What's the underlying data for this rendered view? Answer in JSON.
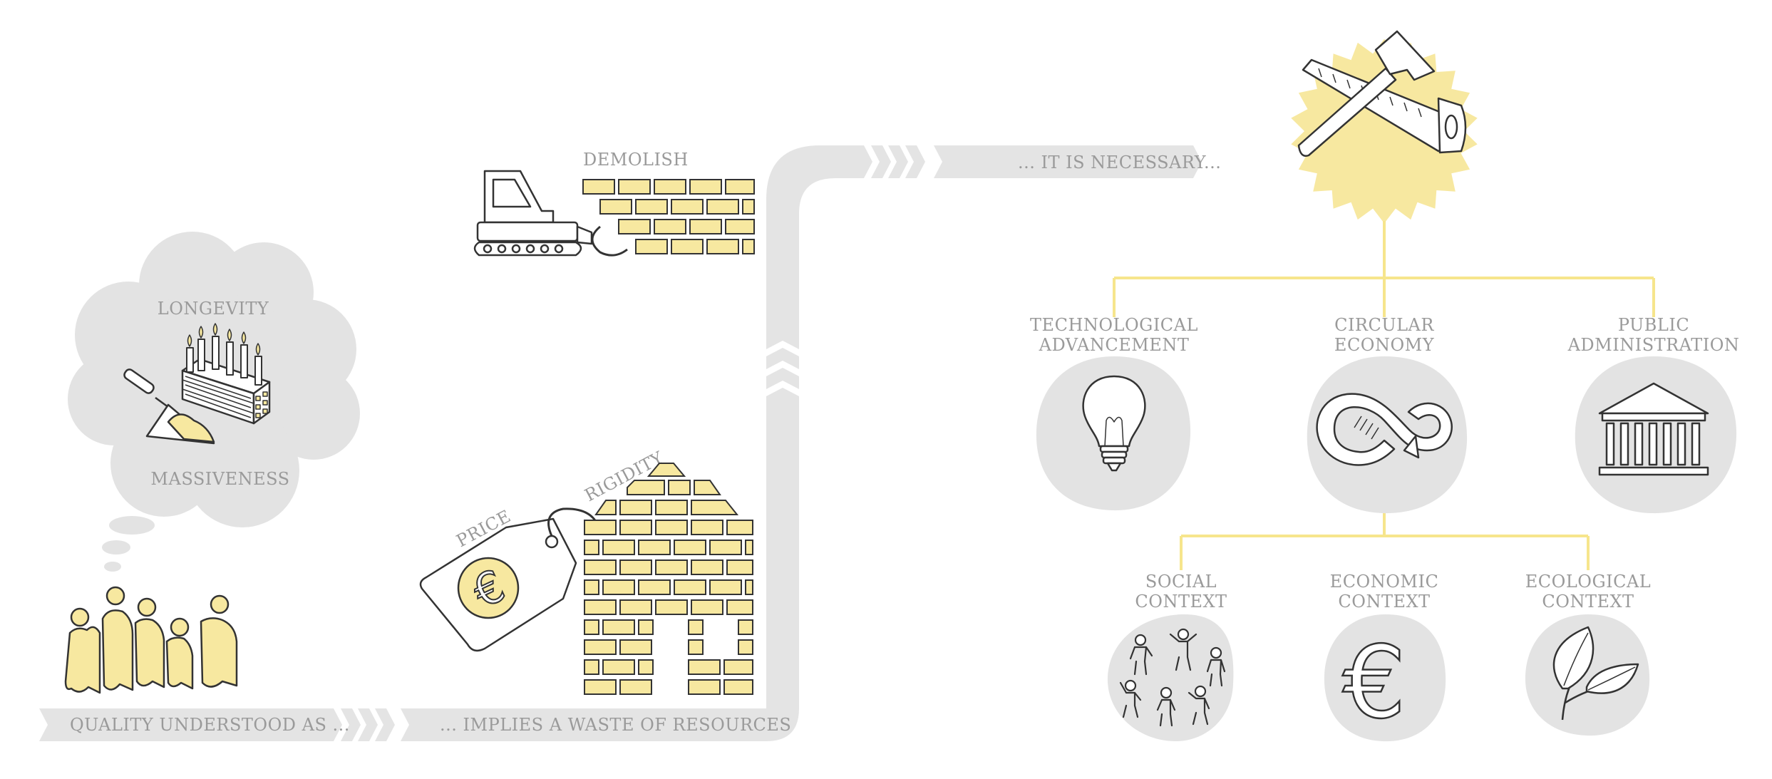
{
  "colors": {
    "accent_yellow": "#f7e8a0",
    "connector_yellow": "#f6e58c",
    "flow_gray": "#e4e4e4",
    "blob_gray": "#e3e3e3",
    "line_dark": "#333333",
    "text_gray": "#9a9a9a"
  },
  "flow": {
    "step1": "QUALITY UNDERSTOOD AS ...",
    "step2": "... IMPLIES A WASTE OF RESOURCES",
    "step3": "... IT IS NECESSARY..."
  },
  "thought": {
    "top_label": "LONGEVITY",
    "bottom_label": "MASSIVENESS",
    "icons": [
      "people-icon",
      "trowel-icon",
      "cake-brick-icon"
    ]
  },
  "middle": {
    "demolish_label": "DEMOLISH",
    "price_label": "PRICE",
    "rigidity_label": "RIGIDITY",
    "icons": [
      "bulldozer-icon",
      "brick-wall-icon",
      "price-tag-icon",
      "euro-icon",
      "brick-house-icon"
    ]
  },
  "tools": {
    "icons": [
      "hammer-icon",
      "saw-icon"
    ]
  },
  "tier1": [
    {
      "line1": "TECHNOLOGICAL",
      "line2": "ADVANCEMENT",
      "icon": "lightbulb-icon"
    },
    {
      "line1": "CIRCULAR",
      "line2": "ECONOMY",
      "icon": "infinity-arrow-icon"
    },
    {
      "line1": "PUBLIC",
      "line2": "ADMINISTRATION",
      "icon": "building-icon"
    }
  ],
  "tier2": [
    {
      "line1": "SOCIAL",
      "line2": "CONTEXT",
      "icon": "people-group-icon"
    },
    {
      "line1": "ECONOMIC",
      "line2": "CONTEXT",
      "icon": "euro-icon"
    },
    {
      "line1": "ECOLOGICAL",
      "line2": "CONTEXT",
      "icon": "leaves-icon"
    }
  ]
}
